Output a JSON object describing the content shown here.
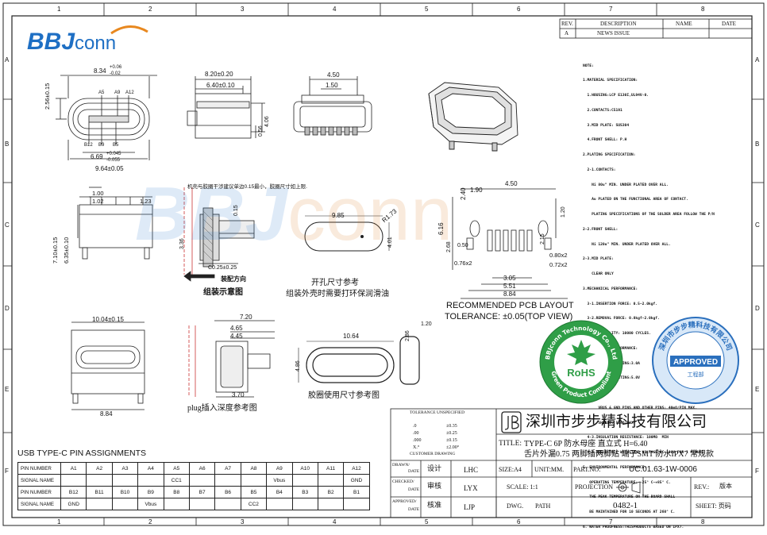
{
  "frame": {
    "col_labels": [
      "1",
      "2",
      "3",
      "4",
      "5",
      "6",
      "7",
      "8"
    ],
    "row_labels": [
      "A",
      "B",
      "C",
      "D",
      "E",
      "F"
    ]
  },
  "logo": {
    "bold": "BBJ",
    "light": "conn"
  },
  "watermark": {
    "bold": "BBJ",
    "light": "conn"
  },
  "revision_table": {
    "headers": [
      "REV.",
      "DESCRIPTION",
      "NAME",
      "DATE"
    ],
    "rows": [
      {
        "rev": "A",
        "description": "NEWS ISSUE"
      }
    ]
  },
  "notes": [
    "NOTE:",
    "1.MATERIAL SPECIFICATION:",
    "  1.HOUSING:LCP E130I,UL94V-0.",
    "  2.CONTACTS:C5191",
    "  3.MID PLATE: SUS304",
    "  4.FRONT SHELL: P.H",
    "2.PLATING SPECIFICATION:",
    "  2-1.CONTACTS:",
    "    Ni 80u\" MIN. UNDER PLATED OVER ALL.",
    "    Au PLATED ON THE FUNCTIONAL AREA OF CONTACT.",
    "    PLATING SPECIFICATIONS OF THE SOLDER AREA FOLLOW THE P/N",
    "2-2.FRONT SHELL:",
    "    Ni 120u\" MIN. UNDER PLATED OVER ALL.",
    "2-3.MID PLATE:",
    "    CLEAR ONLY",
    "3.MECHANICAL PERFORMANCE:",
    "  3-1.INSERTION FORCE: 0.5~2.0kgf.",
    "  3-2.REMOVAL FORCE: 0.8kgf~2.0kgf.",
    "  3-3.DURABILITY: 10000 CYCLES.",
    "4.ELECTRICAL PERFORMANCE:",
    "  4-1. CURRENT RATING:3.0A",
    "       VOLTAGE RATING:5.0V",
    "  4-2. LLCR:",
    "       VBUS & GND PINS AND OTHER PINS: 40mΩ/PIN MAX.",
    "       SHIELD: 50mΩ/MAX",
    "  4-3.INSULATION RESISTANCE: 100MΩ  MIN",
    "  4-4.DIELECTRIC WITHSTAND VOLTAGE,AC 100V FOR 1 MINUTE.",
    "5. ENVIRONMENTAL PERFORMANCE:",
    "   OPERATING TEMPERATURE: -25° C~+85° C.",
    "   THE PEAK TEMPERATURE ON THE BOARD SHALL",
    "   BE MAINTAINED FOR 10 SECONDS AT 260° C.",
    "6. WATER PROOFNESS:THISPRODUCTS BASED ON IPX7."
  ],
  "dims": {
    "d_8_34": "8.34",
    "d_8_34_tol_up": "+0.06",
    "d_8_34_tol_dn": "-0.02",
    "d_2_56": "2.56±0.15",
    "pins_top": [
      "A5",
      "A9",
      "A12"
    ],
    "pins_bottom": [
      "B12",
      "B9",
      "B5"
    ],
    "d_6_69": "6.69",
    "d_6_69_tol_up": "+0.045",
    "d_6_69_tol_dn": "-0.055",
    "d_9_64": "9.64±0.05",
    "d_8_20": "8.20±0.20",
    "d_6_40": "6.40±0.10",
    "d_4_06": "4.06",
    "d_0_56": "0.56",
    "d_4_50a": "4.50",
    "d_1_50": "1.50",
    "d_1_00": "1.00",
    "d_1_02": "1.02",
    "d_1_23": "1.23",
    "d_7_10": "7.10±0.15",
    "d_6_35": "6.35±0.10",
    "d_3_36": "3.36",
    "d_0_15": "0.15",
    "d_c025": "C0.25±0.25",
    "d_9_85": "9.85",
    "d_r173": "R1.73",
    "d_4_01": "4.01",
    "d_2_40": "2.40",
    "d_1_90": "1.90",
    "d_4_50b": "4.50",
    "d_1_20": "1.20",
    "d_6_16": "6.16",
    "d_2_68": "2.68",
    "d_2_15": "2.15",
    "d_0_50": "0.50",
    "d_0_76a": "0.76x2",
    "d_0_80": "0.80x2",
    "d_0_72": "0.72x2",
    "d_3_05": "3.05",
    "d_5_51": "5.51",
    "d_8_84a": "8.84",
    "d_10_04": "10.04±0.15",
    "d_8_84b": "8.84",
    "d_7_20": "7.20",
    "d_4_65": "4.65",
    "d_4_45": "4.45",
    "d_3_70": "3.70",
    "d_10_64": "10.64",
    "d_2_86": "2.86",
    "d_1_20b": "1.20",
    "d_4_86": "4.86"
  },
  "captions": {
    "assembly_note": "机壳与胶圈干涉建议单边0.15最小，胶圈尺寸如上限.",
    "assembly_dir": "装配方向",
    "assembly_title": "组装示意图",
    "cutout_1": "开孔尺寸参考",
    "cutout_2": "组装外壳时需要打环保润滑油",
    "pcb_1": "RECOMMENDED PCB LAYOUT",
    "pcb_2": "TOLERANCE: ±0.05(TOP VIEW)",
    "plug_depth": "plug插入深度参考图",
    "seal_ref": "胶圈使用尺寸参考图"
  },
  "stamps": {
    "rohs_ring": "BBJconn Technology Co., Ltd",
    "rohs_ring_bottom": "Green Product Compliant",
    "rohs_center": "RoHS",
    "approved_ring": "深圳市步步精科技有限公司",
    "approved_center": "APPROVED",
    "approved_sub": "工程部"
  },
  "tolerance": {
    "title": "TOLERANCE UNSPECIFIED",
    "rows": [
      {
        "k": ".0",
        "v": "±0.35"
      },
      {
        "k": ".00",
        "v": "±0.25"
      },
      {
        "k": ".000",
        "v": "±0.15"
      },
      {
        "k": "X.°",
        "v": "±2.00°"
      }
    ],
    "customer": "CUSTOMER DRAWING"
  },
  "title_block": {
    "company": "深圳市步步精科技有限公司",
    "title_label": "TITLE:",
    "title_line1": "TYPE-C 6P 防水母座 直立式 H=6.40",
    "title_line2": "舌片外漏0.75 两脚插两脚贴 端子SMT 防水IPX7 常规款",
    "drawn_label": "DRAWN/",
    "date_label": "DATE",
    "checked_label": "CHECKED/",
    "approved_label": "APPROVED/",
    "drawn_role": "设计",
    "drawn_name": "LHC",
    "checked_role": "审核",
    "checked_name": "LYX",
    "approved_role": "核准",
    "approved_name": "LJP",
    "size": "SIZE:A4",
    "unit": "UNIT:MM.",
    "partno_label": "PART.NO:",
    "partno": "UC.01.63-1W-0006",
    "scale": "SCALE: 1:1",
    "projection": "PROJECTION",
    "rev_label": "REV.:",
    "rev_value": "版本",
    "dwg": "DWG.",
    "path": "PATH",
    "dwg_no": "0482-1",
    "sheet": "SHEET: 页码"
  },
  "pin_table": {
    "title": "USB TYPE-C PIN ASSIGNMENTS",
    "rows": [
      [
        "PIN NUMBER",
        "A1",
        "A2",
        "A3",
        "A4",
        "A5",
        "A6",
        "A7",
        "A8",
        "A9",
        "A10",
        "A11",
        "A12"
      ],
      [
        "SIGNAL NAME",
        "",
        "",
        "",
        "",
        "CC1",
        "",
        "",
        "",
        "Vbus",
        "",
        "",
        "GND"
      ],
      [
        "PIN NUMBER",
        "B12",
        "B11",
        "B10",
        "B9",
        "B8",
        "B7",
        "B6",
        "B5",
        "B4",
        "B3",
        "B2",
        "B1"
      ],
      [
        "SIGNAL NAME",
        "GND",
        "",
        "",
        "Vbus",
        "",
        "",
        "",
        "CC2",
        "",
        "",
        "",
        ""
      ]
    ]
  }
}
